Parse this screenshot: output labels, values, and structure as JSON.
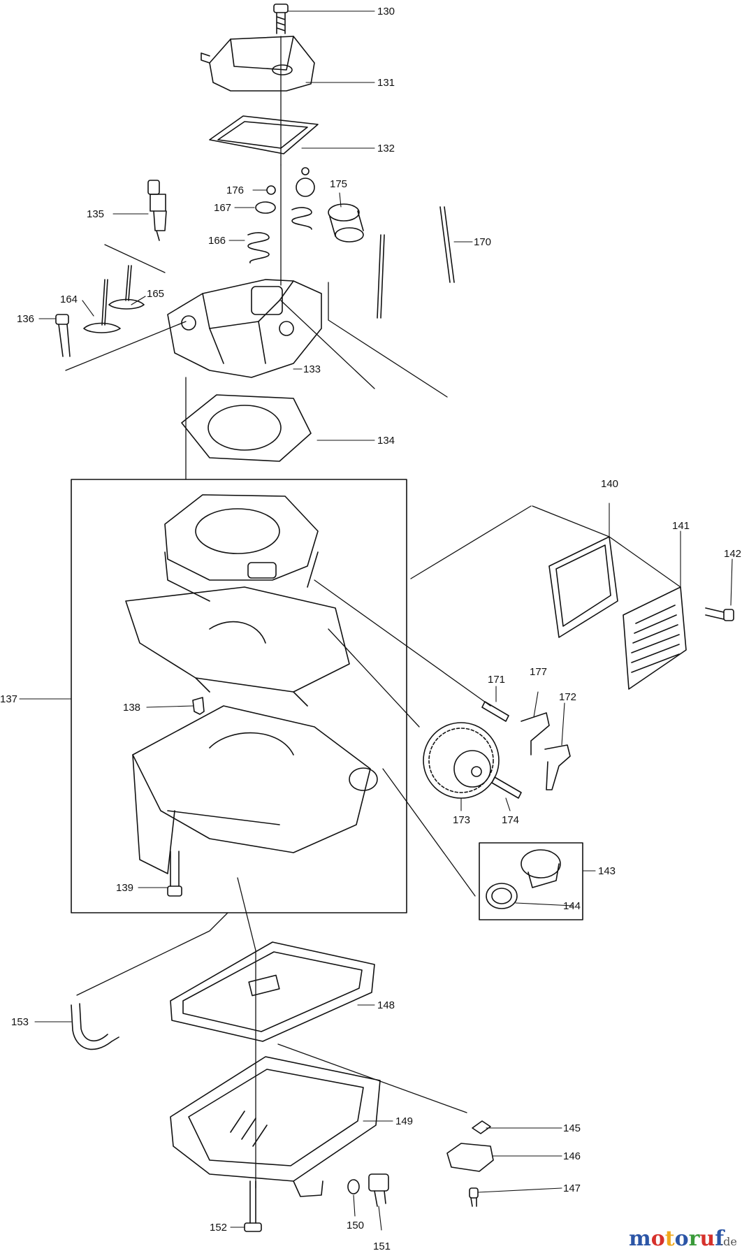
{
  "callouts": [
    {
      "id": "p130",
      "text": "130"
    },
    {
      "id": "p131",
      "text": "131"
    },
    {
      "id": "p132",
      "text": "132"
    },
    {
      "id": "p175",
      "text": "175"
    },
    {
      "id": "p176",
      "text": "176"
    },
    {
      "id": "p167",
      "text": "167"
    },
    {
      "id": "p135",
      "text": "135"
    },
    {
      "id": "p170",
      "text": "170"
    },
    {
      "id": "p166",
      "text": "166"
    },
    {
      "id": "p164",
      "text": "164"
    },
    {
      "id": "p165",
      "text": "165"
    },
    {
      "id": "p136",
      "text": "136"
    },
    {
      "id": "p133",
      "text": "133"
    },
    {
      "id": "p134",
      "text": "134"
    },
    {
      "id": "p140",
      "text": "140"
    },
    {
      "id": "p141",
      "text": "141"
    },
    {
      "id": "p142",
      "text": "142"
    },
    {
      "id": "p137",
      "text": "137"
    },
    {
      "id": "p171",
      "text": "171"
    },
    {
      "id": "p177",
      "text": "177"
    },
    {
      "id": "p172",
      "text": "172"
    },
    {
      "id": "p138",
      "text": "138"
    },
    {
      "id": "p173",
      "text": "173"
    },
    {
      "id": "p174",
      "text": "174"
    },
    {
      "id": "p143",
      "text": "143"
    },
    {
      "id": "p139",
      "text": "139"
    },
    {
      "id": "p144",
      "text": "144"
    },
    {
      "id": "p148",
      "text": "148"
    },
    {
      "id": "p153",
      "text": "153"
    },
    {
      "id": "p149",
      "text": "149"
    },
    {
      "id": "p145",
      "text": "145"
    },
    {
      "id": "p146",
      "text": "146"
    },
    {
      "id": "p147",
      "text": "147"
    },
    {
      "id": "p152",
      "text": "152"
    },
    {
      "id": "p150",
      "text": "150"
    },
    {
      "id": "p151",
      "text": "151"
    }
  ],
  "watermark": {
    "brand": "motoruf",
    "suffix": ".de"
  },
  "colors": {
    "line": "#111111",
    "brand_letters": [
      "#2b55a6",
      "#d6312b",
      "#f0a81c",
      "#2b55a6",
      "#3a9a3a",
      "#d6312b",
      "#2b55a6"
    ]
  }
}
